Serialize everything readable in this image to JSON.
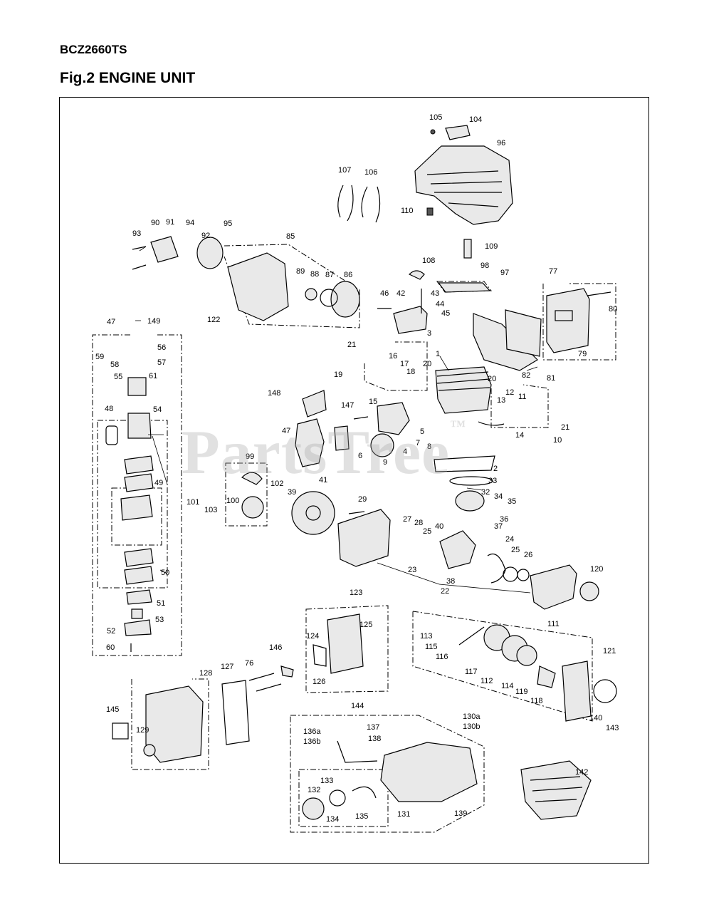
{
  "header": {
    "model": "BCZ2660TS",
    "figure_title": "Fig.2 ENGINE UNIT"
  },
  "watermark": {
    "text": "PartsTree",
    "trademark": "™"
  },
  "callouts": {
    "c1": "1",
    "c2": "2",
    "c3": "3",
    "c4": "4",
    "c5": "5",
    "c6": "6",
    "c7": "7",
    "c8": "8",
    "c9": "9",
    "c10": "10",
    "c11": "11",
    "c12": "12",
    "c13": "13",
    "c14": "14",
    "c15": "15",
    "c16": "16",
    "c17": "17",
    "c18": "18",
    "c19": "19",
    "c20a": "20",
    "c20b": "20",
    "c21a": "21",
    "c21b": "21",
    "c22": "22",
    "c23": "23",
    "c24": "24",
    "c25a": "25",
    "c25b": "25",
    "c26": "26",
    "c27": "27",
    "c28": "28",
    "c29": "29",
    "c32": "32",
    "c33": "33",
    "c34": "34",
    "c35": "35",
    "c36": "36",
    "c37": "37",
    "c38": "38",
    "c39": "39",
    "c40": "40",
    "c41": "41",
    "c42": "42",
    "c43": "43",
    "c44": "44",
    "c45": "45",
    "c46": "46",
    "c47a": "47",
    "c47b": "47",
    "c48": "48",
    "c49": "49",
    "c50": "50",
    "c51": "51",
    "c52": "52",
    "c53": "53",
    "c54": "54",
    "c55": "55",
    "c56": "56",
    "c57": "57",
    "c58": "58",
    "c59": "59",
    "c60": "60",
    "c61": "61",
    "c76": "76",
    "c77": "77",
    "c79": "79",
    "c80": "80",
    "c81": "81",
    "c82": "82",
    "c85": "85",
    "c86": "86",
    "c87": "87",
    "c88": "88",
    "c89": "89",
    "c90": "90",
    "c91": "91",
    "c92": "92",
    "c93": "93",
    "c94": "94",
    "c95": "95",
    "c96": "96",
    "c97": "97",
    "c98": "98",
    "c99": "99",
    "c100": "100",
    "c101": "101",
    "c102": "102",
    "c103": "103",
    "c104": "104",
    "c105": "105",
    "c106": "106",
    "c107": "107",
    "c108": "108",
    "c109": "109",
    "c110": "110",
    "c111": "111",
    "c112": "112",
    "c113": "113",
    "c114": "114",
    "c115": "115",
    "c116": "116",
    "c117": "117",
    "c118": "118",
    "c119": "119",
    "c120": "120",
    "c121": "121",
    "c122": "122",
    "c123": "123",
    "c124": "124",
    "c125": "125",
    "c126": "126",
    "c127": "127",
    "c128": "128",
    "c129": "129",
    "c130a": "130a",
    "c130b": "130b",
    "c131": "131",
    "c132": "132",
    "c133": "133",
    "c134": "134",
    "c135": "135",
    "c136a": "136a",
    "c136b": "136b",
    "c137": "137",
    "c138": "138",
    "c139": "139",
    "c140": "140",
    "c142": "142",
    "c143": "143",
    "c144": "144",
    "c145": "145",
    "c146": "146",
    "c147": "147",
    "c148": "148",
    "c149": "149"
  }
}
